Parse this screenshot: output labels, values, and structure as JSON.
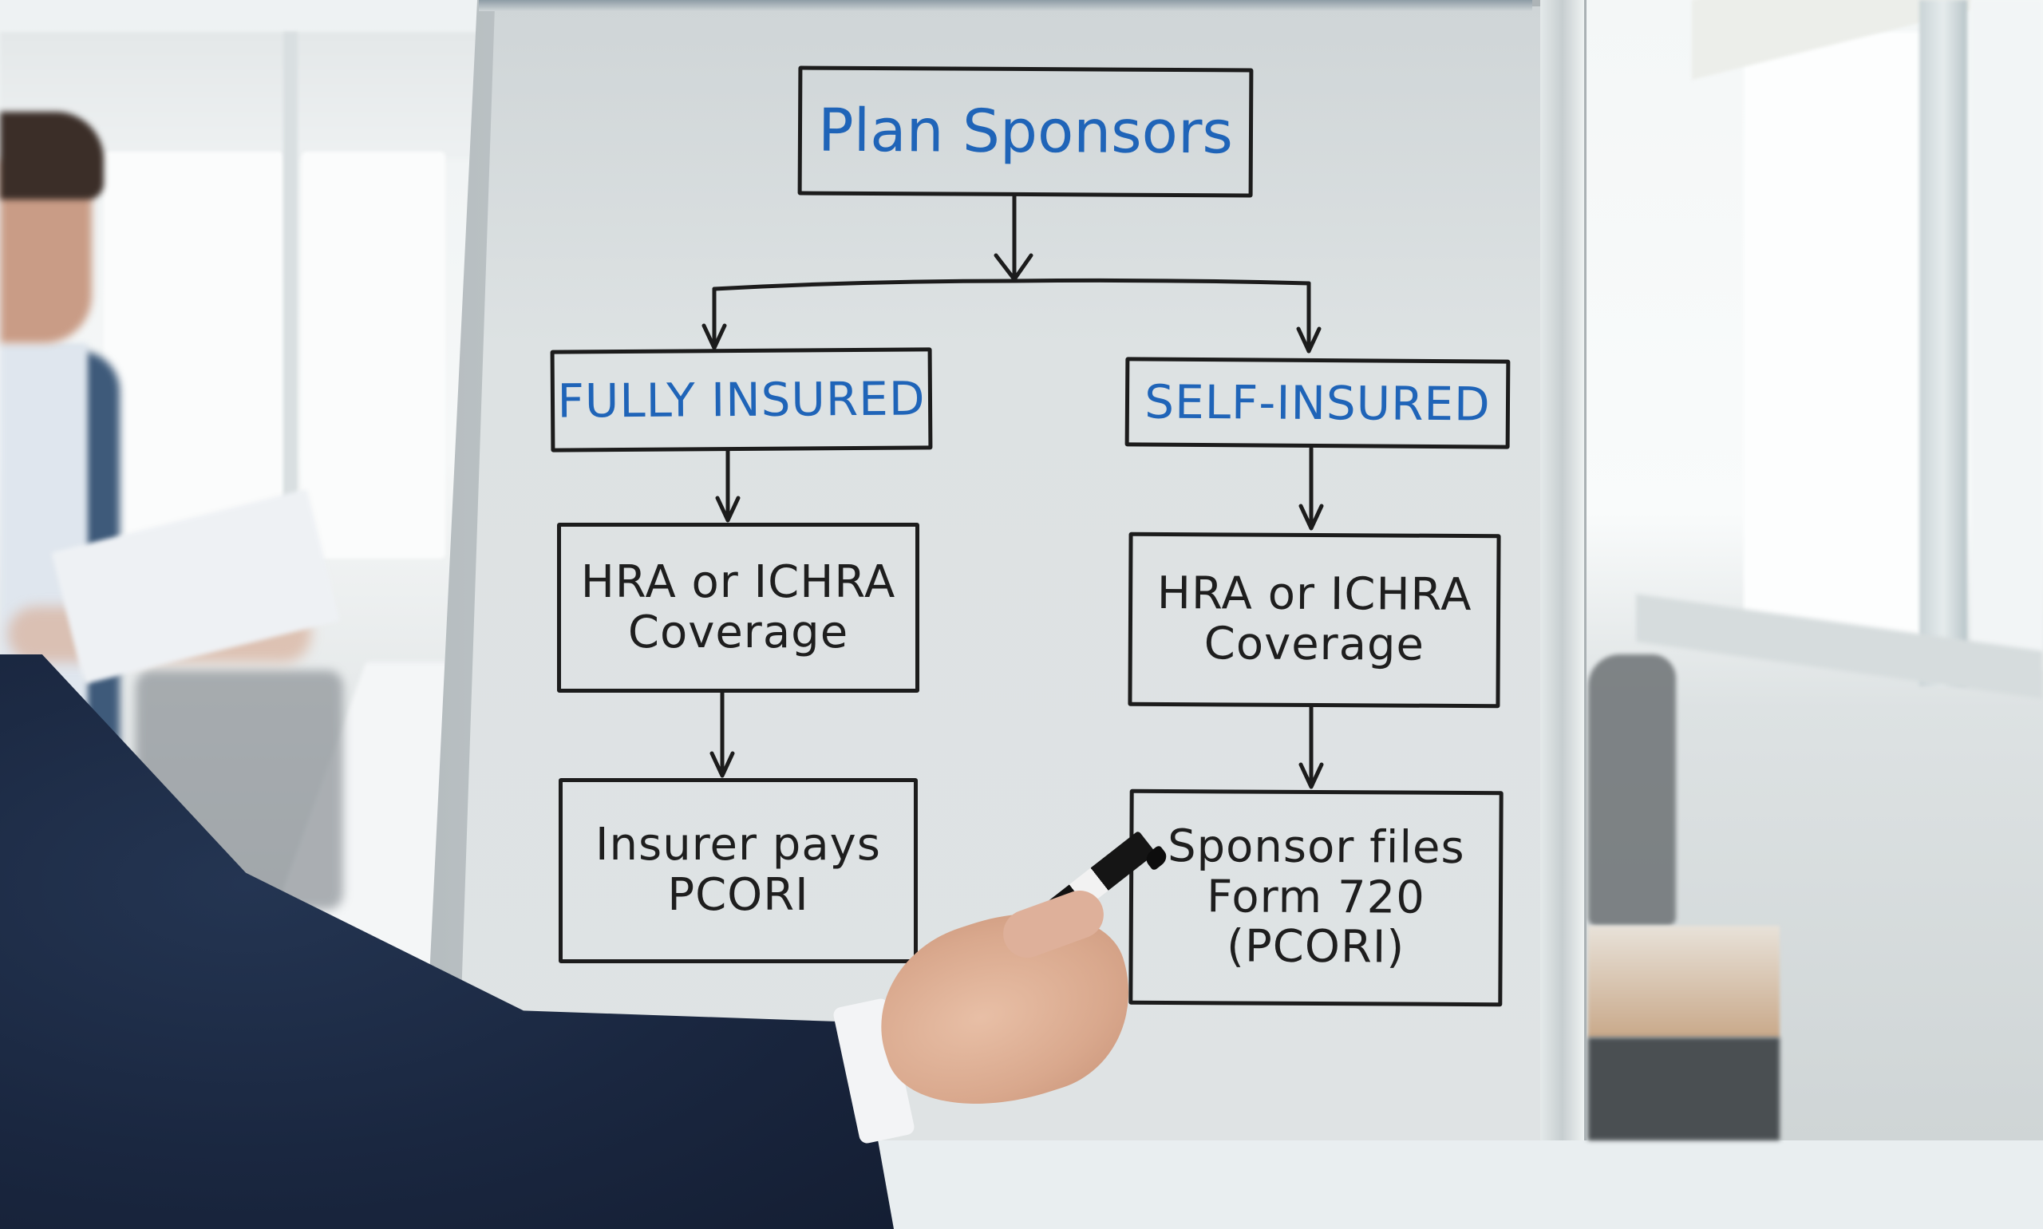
{
  "diagram": {
    "type": "flowchart",
    "medium": "hand-drawn whiteboard",
    "colors": {
      "heading_ink": "#1f64b8",
      "body_ink": "#1e1e1e",
      "board": "#dfe3e4"
    },
    "nodes": {
      "root": {
        "label": "Plan Sponsors"
      },
      "fully_insured": {
        "label": "FULLY INSURED"
      },
      "self_insured": {
        "label": "SELF-INSURED"
      },
      "hra_left": {
        "line1": "HRA or ICHRA",
        "line2": "Coverage"
      },
      "hra_right": {
        "line1": "HRA or ICHRA",
        "line2": "Coverage"
      },
      "insurer_pays": {
        "line1": "Insurer pays",
        "line2": "PCORI"
      },
      "sponsor_files": {
        "line1": "Sponsor files",
        "line2": "Form 720",
        "line3": "(PCORI)"
      }
    },
    "edges": [
      {
        "from": "Plan Sponsors",
        "to": "FULLY INSURED"
      },
      {
        "from": "Plan Sponsors",
        "to": "SELF-INSURED"
      },
      {
        "from": "FULLY INSURED",
        "to": "HRA or ICHRA Coverage (left)"
      },
      {
        "from": "SELF-INSURED",
        "to": "HRA or ICHRA Coverage (right)"
      },
      {
        "from": "HRA or ICHRA Coverage (left)",
        "to": "Insurer pays PCORI"
      },
      {
        "from": "HRA or ICHRA Coverage (right)",
        "to": "Sponsor files Form 720 (PCORI)"
      }
    ]
  },
  "scene": {
    "elements": [
      "whiteboard",
      "presenter-hand-with-marker",
      "background-colleague-reading-papers",
      "office-windows",
      "conference-table",
      "office-chair"
    ]
  }
}
